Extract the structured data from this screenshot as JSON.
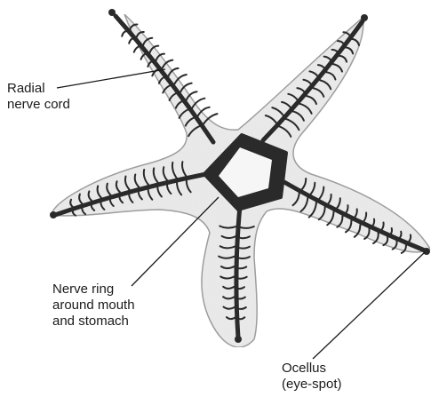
{
  "labels": {
    "radial_nerve_cord": [
      "Radial",
      "nerve cord"
    ],
    "nerve_ring": [
      "Nerve ring",
      "around mouth",
      "and stomach"
    ],
    "ocellus": [
      "Ocellus",
      "(eye-spot)"
    ]
  },
  "colors": {
    "body_fill": "#ececec",
    "nerve": "#2a2a2a",
    "ring_fill": "#f6f6f6",
    "leader": "#1a1a1a"
  }
}
